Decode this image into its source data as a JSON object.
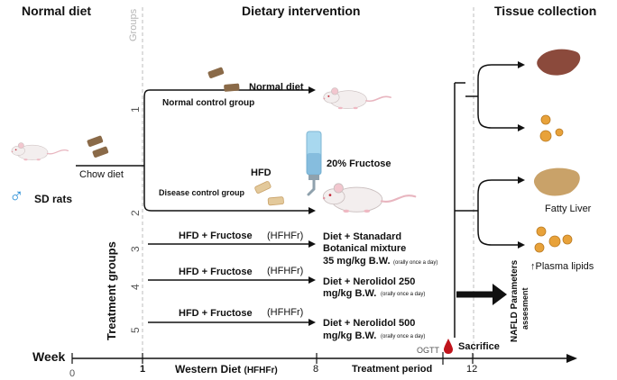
{
  "headers": {
    "normal_diet": "Normal diet",
    "dietary_intervention": "Dietary intervention",
    "tissue_collection": "Tissue collection"
  },
  "groups_label": "Groups",
  "treatment_groups_label": "Treatment groups",
  "left": {
    "sex_symbol": "♂",
    "sd_rats": "SD rats",
    "chow_diet": "Chow diet"
  },
  "groups": [
    {
      "number": "1",
      "name": "Normal control group",
      "diet": "Normal diet"
    },
    {
      "number": "2",
      "name": "Disease control group",
      "hfd": "HFD",
      "fructose": "20% Fructose"
    },
    {
      "number": "3",
      "diet": "HFD + Fructose",
      "abbr": "(HFHFr)",
      "treatment_line1": "Diet + Stanadard",
      "treatment_line2": "Botanical mixture",
      "treatment_line3": "35 mg/kg B.W.",
      "dosing": "(orally once a day)"
    },
    {
      "number": "4",
      "diet": "HFD + Fructose",
      "abbr": "(HFHFr)",
      "treatment_line1": "Diet + Nerolidol 250",
      "treatment_line2": "mg/kg B.W.",
      "dosing": "(orally once a day)"
    },
    {
      "number": "5",
      "diet": "HFD + Fructose",
      "abbr": "(HFHFr)",
      "treatment_line1": "Diet + Nerolidol 500",
      "treatment_line2": "mg/kg B.W.",
      "dosing": "(orally once a day)"
    }
  ],
  "tissue": {
    "fatty_liver": "Fatty Liver",
    "plasma_lipids": "↑Plasma lipids",
    "nafld_line1": "NAFLD Parameters",
    "nafld_line2": "assesment"
  },
  "timeline": {
    "week_label": "Week",
    "ticks": [
      "0",
      "1",
      "8",
      "12"
    ],
    "western_diet": "Western Diet",
    "western_diet_abbr": "(HFHFr)",
    "treatment_period": "Treatment period",
    "ogtt": "OGTT",
    "sacrifice": "Sacrifice"
  },
  "colors": {
    "pellet": "#8a6a48",
    "pellet_light": "#e3c99b",
    "liver_normal": "#8b4a3c",
    "liver_fatty": "#c9a269",
    "lipid": "#e8a23a",
    "blood": "#c0141c",
    "bottle": "#a8d8ef",
    "bottle_cap": "#6aa8d0",
    "gender": "#2b8fd6"
  }
}
